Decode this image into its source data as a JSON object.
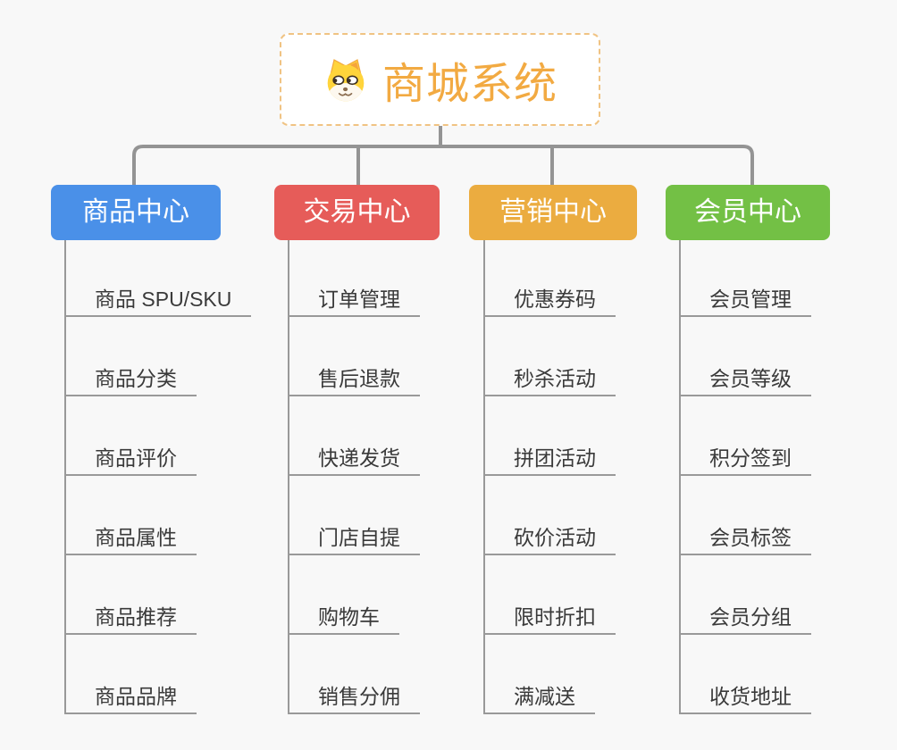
{
  "root": {
    "title": "商城系统",
    "icon": "dog-icon"
  },
  "branches": [
    {
      "id": "product",
      "label": "商品中心",
      "color": "#4A90E8",
      "items": [
        "商品 SPU/SKU",
        "商品分类",
        "商品评价",
        "商品属性",
        "商品推荐",
        "商品品牌"
      ]
    },
    {
      "id": "trade",
      "label": "交易中心",
      "color": "#E65C59",
      "items": [
        "订单管理",
        "售后退款",
        "快递发货",
        "门店自提",
        "购物车",
        "销售分佣"
      ]
    },
    {
      "id": "marketing",
      "label": "营销中心",
      "color": "#EBAC40",
      "items": [
        "优惠券码",
        "秒杀活动",
        "拼团活动",
        "砍价活动",
        "限时折扣",
        "满减送"
      ]
    },
    {
      "id": "member",
      "label": "会员中心",
      "color": "#73C045",
      "items": [
        "会员管理",
        "会员等级",
        "积分签到",
        "会员标签",
        "会员分组",
        "收货地址"
      ]
    }
  ],
  "colors": {
    "background": "#F8F8F8",
    "root_text": "#F2AA42",
    "root_border": "#F0C383",
    "connector": "#949494",
    "leaf_line": "#999999",
    "leaf_text": "#3A3A3A"
  }
}
